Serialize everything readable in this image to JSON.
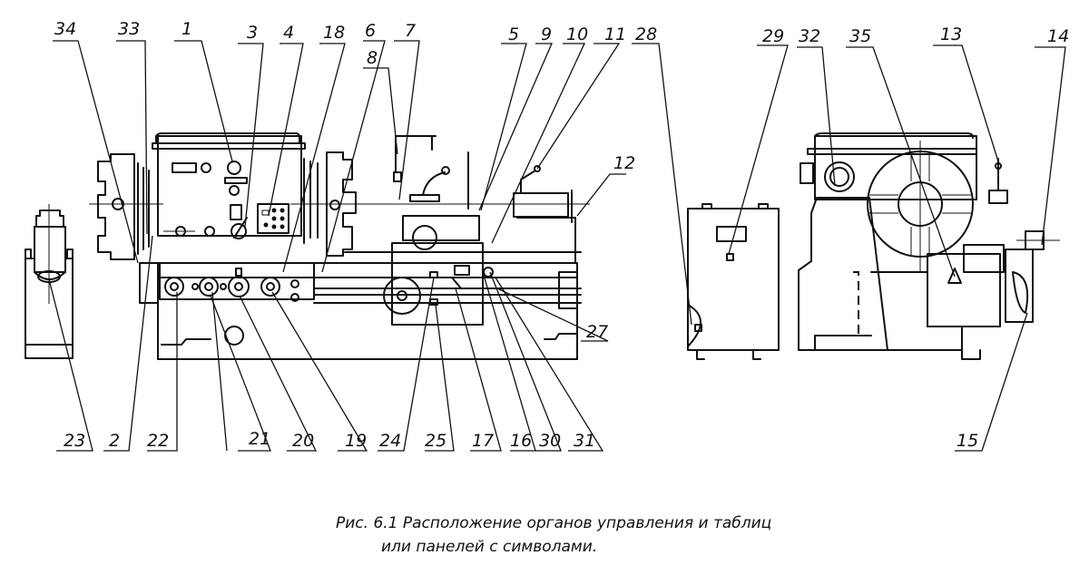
{
  "figure": {
    "caption_line1": "Рис. 6.1 Расположение органов управления и таблиц",
    "caption_line2": "или панелей с символами.",
    "views": [
      "front-view",
      "electrical-cabinet",
      "side-view",
      "tailstock-end-view"
    ]
  },
  "callouts": {
    "top": [
      "34",
      "33",
      "1",
      "3",
      "4",
      "18",
      "6",
      "7",
      "8",
      "5",
      "9",
      "10",
      "11",
      "28",
      "29",
      "32",
      "35",
      "13",
      "14",
      "12"
    ],
    "bottom": [
      "23",
      "2",
      "22",
      "21",
      "20",
      "19",
      "24",
      "25",
      "17",
      "16",
      "30",
      "31",
      "15",
      "27"
    ],
    "c34": "34",
    "c33": "33",
    "c1": "1",
    "c3": "3",
    "c4": "4",
    "c18": "18",
    "c6": "6",
    "c7": "7",
    "c8": "8",
    "c5": "5",
    "c9": "9",
    "c10": "10",
    "c11": "11",
    "c28": "28",
    "c29": "29",
    "c32": "32",
    "c35": "35",
    "c13": "13",
    "c14": "14",
    "c12": "12",
    "c23": "23",
    "c2": "2",
    "c22": "22",
    "c21": "21",
    "c20": "20",
    "c19": "19",
    "c24": "24",
    "c25": "25",
    "c17": "17",
    "c16": "16",
    "c30": "30",
    "c31": "31",
    "c15": "15",
    "c27": "27"
  }
}
